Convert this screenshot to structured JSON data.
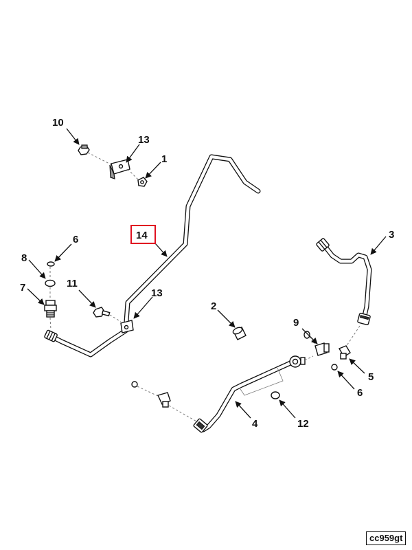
{
  "diagram": {
    "callouts": {
      "c1": "1",
      "c2": "2",
      "c3": "3",
      "c4": "4",
      "c5": "5",
      "c6a": "6",
      "c6b": "6",
      "c7": "7",
      "c8": "8",
      "c9": "9",
      "c10": "10",
      "c11": "11",
      "c12": "12",
      "c13a": "13",
      "c13b": "13",
      "c14": "14"
    },
    "highlighted_callout": "14",
    "figure_code": "cc959gt"
  },
  "colors": {
    "line": "#111111",
    "highlight": "#e01020",
    "background": "#ffffff"
  }
}
